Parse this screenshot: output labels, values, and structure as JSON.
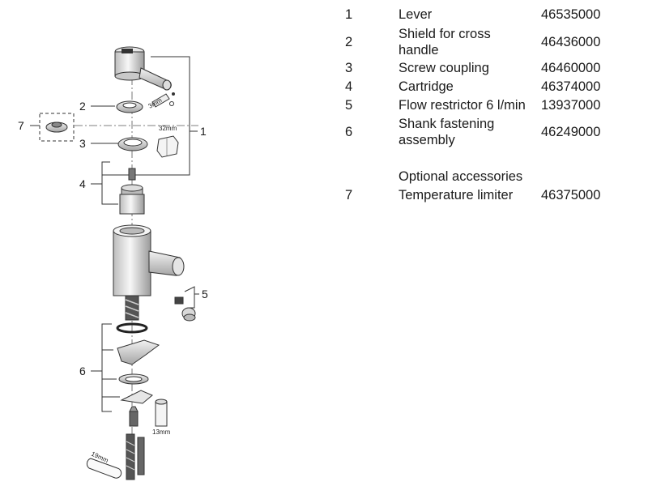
{
  "diagram": {
    "callouts": [
      "1",
      "2",
      "3",
      "4",
      "5",
      "6",
      "7"
    ],
    "dims": {
      "wrench_a": "32mm",
      "hex_key": "3mm",
      "wrench_b": "13mm",
      "wrench_c": "19mm"
    }
  },
  "parts": [
    {
      "num": "1",
      "name": "Lever",
      "code": "46535000"
    },
    {
      "num": "2",
      "name": "Shield for cross handle",
      "code": "46436000"
    },
    {
      "num": "3",
      "name": "Screw coupling",
      "code": "46460000"
    },
    {
      "num": "4",
      "name": "Cartridge",
      "code": "46374000"
    },
    {
      "num": "5",
      "name": "Flow restrictor 6 l/min",
      "code": "13937000"
    },
    {
      "num": "6",
      "name": "Shank fastening assembly",
      "code": "46249000"
    }
  ],
  "optional": {
    "heading": "Optional accessories",
    "items": [
      {
        "num": "7",
        "name": "Temperature limiter",
        "code": "46375000"
      }
    ]
  }
}
